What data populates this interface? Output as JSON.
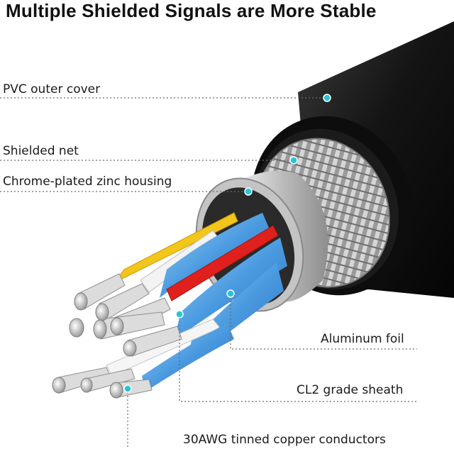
{
  "title": "Multiple Shielded Signals are More Stable",
  "labels": {
    "pvc": "PVC outer cover",
    "shield": "Shielded net",
    "housing": "Chrome-plated zinc housing",
    "foil": "Aluminum foil",
    "sheath": "CL2 grade sheath",
    "conductor": "30AWG tinned copper conductors"
  },
  "colors": {
    "cable_black": "#141414",
    "braid": "#b9b9b9",
    "housing": "#cfcfcf",
    "foil_blue": "#3f8fd6",
    "wire_red": "#e0201c",
    "wire_yellow": "#f2c61b",
    "copper_silver": "#d9d9d9",
    "marker": "#29c4d6"
  }
}
